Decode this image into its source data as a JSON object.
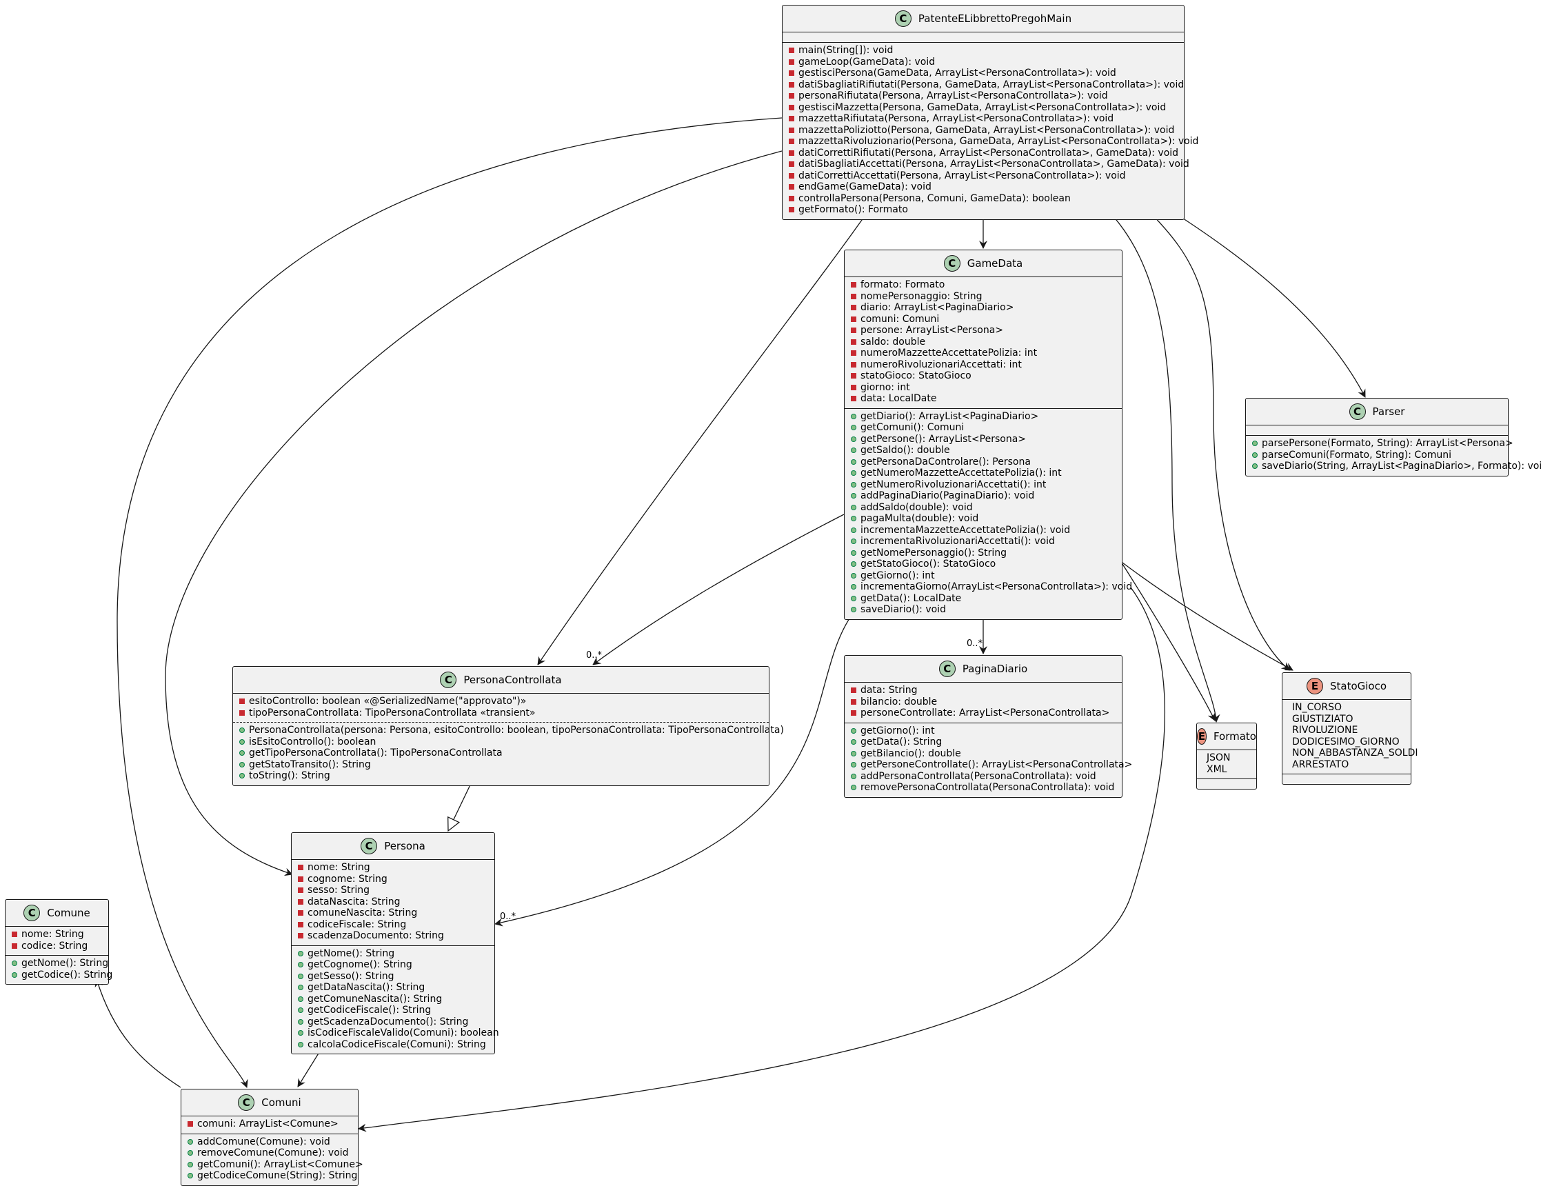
{
  "classes": {
    "main": {
      "kind": "C",
      "name": "PatenteELibbrettoPregohMain",
      "fields": [],
      "methods": [
        {
          "vis": "private-static",
          "text": "main(String[]): void"
        },
        {
          "vis": "private",
          "text": "gameLoop(GameData): void"
        },
        {
          "vis": "private",
          "text": "gestisciPersona(GameData, ArrayList<PersonaControllata>): void"
        },
        {
          "vis": "private",
          "text": "datiSbagliatiRifiutati(Persona, GameData, ArrayList<PersonaControllata>): void"
        },
        {
          "vis": "private",
          "text": "personaRifiutata(Persona, ArrayList<PersonaControllata>): void"
        },
        {
          "vis": "private",
          "text": "gestisciMazzetta(Persona, GameData, ArrayList<PersonaControllata>): void"
        },
        {
          "vis": "private",
          "text": "mazzettaRifiutata(Persona, ArrayList<PersonaControllata>): void"
        },
        {
          "vis": "private",
          "text": "mazzettaPoliziotto(Persona, GameData, ArrayList<PersonaControllata>): void"
        },
        {
          "vis": "private",
          "text": "mazzettaRivoluzionario(Persona, GameData, ArrayList<PersonaControllata>): void"
        },
        {
          "vis": "private",
          "text": "datiCorrettiRifiutati(Persona, ArrayList<PersonaControllata>, GameData): void"
        },
        {
          "vis": "private",
          "text": "datiSbagliatiAccettati(Persona, ArrayList<PersonaControllata>, GameData): void"
        },
        {
          "vis": "private",
          "text": "datiCorrettiAccettati(Persona, ArrayList<PersonaControllata>): void"
        },
        {
          "vis": "private",
          "text": "endGame(GameData): void"
        },
        {
          "vis": "private",
          "text": "controllaPersona(Persona, Comuni, GameData): boolean"
        },
        {
          "vis": "private",
          "text": "getFormato(): Formato"
        }
      ]
    },
    "gamedata": {
      "kind": "C",
      "name": "GameData",
      "fields": [
        {
          "vis": "private",
          "text": "formato: Formato"
        },
        {
          "vis": "private",
          "text": "nomePersonaggio: String"
        },
        {
          "vis": "private",
          "text": "diario: ArrayList<PaginaDiario>"
        },
        {
          "vis": "private",
          "text": "comuni: Comuni"
        },
        {
          "vis": "private",
          "text": "persone: ArrayList<Persona>"
        },
        {
          "vis": "private",
          "text": "saldo: double"
        },
        {
          "vis": "private",
          "text": "numeroMazzetteAccettatePolizia: int"
        },
        {
          "vis": "private",
          "text": "numeroRivoluzionariAccettati: int"
        },
        {
          "vis": "private",
          "text": "statoGioco: StatoGioco"
        },
        {
          "vis": "private",
          "text": "giorno: int"
        },
        {
          "vis": "private",
          "text": "data: LocalDate"
        }
      ],
      "methods": [
        {
          "vis": "public",
          "text": "getDiario(): ArrayList<PaginaDiario>"
        },
        {
          "vis": "public",
          "text": "getComuni(): Comuni"
        },
        {
          "vis": "public",
          "text": "getPersone(): ArrayList<Persona>"
        },
        {
          "vis": "public",
          "text": "getSaldo(): double"
        },
        {
          "vis": "public",
          "text": "getPersonaDaControlare(): Persona"
        },
        {
          "vis": "public",
          "text": "getNumeroMazzetteAccettatePolizia(): int"
        },
        {
          "vis": "public",
          "text": "getNumeroRivoluzionariAccettati(): int"
        },
        {
          "vis": "public",
          "text": "addPaginaDiario(PaginaDiario): void"
        },
        {
          "vis": "public",
          "text": "addSaldo(double): void"
        },
        {
          "vis": "public",
          "text": "pagaMulta(double): void"
        },
        {
          "vis": "public",
          "text": "incrementaMazzetteAccettatePolizia(): void"
        },
        {
          "vis": "public",
          "text": "incrementaRivoluzionariAccettati(): void"
        },
        {
          "vis": "public",
          "text": "getNomePersonaggio(): String"
        },
        {
          "vis": "public",
          "text": "getStatoGioco(): StatoGioco"
        },
        {
          "vis": "public",
          "text": "getGiorno(): int"
        },
        {
          "vis": "public",
          "text": "incrementaGiorno(ArrayList<PersonaControllata>): void"
        },
        {
          "vis": "public",
          "text": "getData(): LocalDate"
        },
        {
          "vis": "public",
          "text": "saveDiario(): void"
        }
      ]
    },
    "parser": {
      "kind": "C",
      "name": "Parser",
      "fields": [],
      "methods": [
        {
          "vis": "public",
          "text": "parsePersone(Formato, String): ArrayList<Persona>"
        },
        {
          "vis": "public",
          "text": "parseComuni(Formato, String): Comuni"
        },
        {
          "vis": "public",
          "text": "saveDiario(String, ArrayList<PaginaDiario>, Formato): void"
        }
      ]
    },
    "personacontrollata": {
      "kind": "C",
      "name": "PersonaControllata",
      "fields": [
        {
          "vis": "private",
          "text": "esitoControllo: boolean «@SerializedName(\"approvato\")»"
        },
        {
          "vis": "private",
          "text": "tipoPersonaControllata: TipoPersonaControllata «transient»"
        }
      ],
      "methods": [
        {
          "vis": "public",
          "text": "PersonaControllata(persona: Persona, esitoControllo: boolean, tipoPersonaControllata: TipoPersonaControllata)"
        },
        {
          "vis": "public",
          "text": "isEsitoControllo(): boolean"
        },
        {
          "vis": "public",
          "text": "getTipoPersonaControllata(): TipoPersonaControllata"
        },
        {
          "vis": "public",
          "text": "getStatoTransito(): String"
        },
        {
          "vis": "public",
          "text": "toString(): String"
        }
      ]
    },
    "paginadiario": {
      "kind": "C",
      "name": "PaginaDiario",
      "fields": [
        {
          "vis": "private",
          "text": "data: String"
        },
        {
          "vis": "private",
          "text": "bilancio: double"
        },
        {
          "vis": "private",
          "text": "personeControllate: ArrayList<PersonaControllata>"
        }
      ],
      "methods": [
        {
          "vis": "public",
          "text": "getGiorno(): int"
        },
        {
          "vis": "public",
          "text": "getData(): String"
        },
        {
          "vis": "public",
          "text": "getBilancio(): double"
        },
        {
          "vis": "public",
          "text": "getPersoneControllate(): ArrayList<PersonaControllata>"
        },
        {
          "vis": "public",
          "text": "addPersonaControllata(PersonaControllata): void"
        },
        {
          "vis": "public",
          "text": "removePersonaControllata(PersonaControllata): void"
        }
      ]
    },
    "formato": {
      "kind": "E",
      "name": "Formato",
      "constants": [
        "JSON",
        "XML"
      ]
    },
    "statogioco": {
      "kind": "E",
      "name": "StatoGioco",
      "constants": [
        "IN_CORSO",
        "GIUSTIZIATO",
        "RIVOLUZIONE",
        "DODICESIMO_GIORNO",
        "NON_ABBASTANZA_SOLDI",
        "ARRESTATO"
      ]
    },
    "persona": {
      "kind": "C",
      "name": "Persona",
      "fields": [
        {
          "vis": "private",
          "text": "nome: String"
        },
        {
          "vis": "private",
          "text": "cognome: String"
        },
        {
          "vis": "private",
          "text": "sesso: String"
        },
        {
          "vis": "private",
          "text": "dataNascita: String"
        },
        {
          "vis": "private",
          "text": "comuneNascita: String"
        },
        {
          "vis": "private",
          "text": "codiceFiscale: String"
        },
        {
          "vis": "private",
          "text": "scadenzaDocumento: String"
        }
      ],
      "methods": [
        {
          "vis": "public",
          "text": "getNome(): String"
        },
        {
          "vis": "public",
          "text": "getCognome(): String"
        },
        {
          "vis": "public",
          "text": "getSesso(): String"
        },
        {
          "vis": "public",
          "text": "getDataNascita(): String"
        },
        {
          "vis": "public",
          "text": "getComuneNascita(): String"
        },
        {
          "vis": "public",
          "text": "getCodiceFiscale(): String"
        },
        {
          "vis": "public",
          "text": "getScadenzaDocumento(): String"
        },
        {
          "vis": "public",
          "text": "isCodiceFiscaleValido(Comuni): boolean"
        },
        {
          "vis": "public",
          "text": "calcolaCodiceFiscale(Comuni): String"
        }
      ]
    },
    "comune": {
      "kind": "C",
      "name": "Comune",
      "fields": [
        {
          "vis": "private",
          "text": "nome: String"
        },
        {
          "vis": "private",
          "text": "codice: String"
        }
      ],
      "methods": [
        {
          "vis": "public",
          "text": "getNome(): String"
        },
        {
          "vis": "public",
          "text": "getCodice(): String"
        }
      ]
    },
    "comuni": {
      "kind": "C",
      "name": "Comuni",
      "fields": [
        {
          "vis": "private",
          "text": "comuni: ArrayList<Comune>"
        }
      ],
      "methods": [
        {
          "vis": "public",
          "text": "addComune(Comune): void"
        },
        {
          "vis": "public",
          "text": "removeComune(Comune): void"
        },
        {
          "vis": "public",
          "text": "getComuni(): ArrayList<Comune>"
        },
        {
          "vis": "public",
          "text": "getCodiceComune(String): String"
        }
      ]
    }
  },
  "multiplicities": {
    "gd_pc": "0..*",
    "gd_pd": "0..*",
    "gd_persona": "0..*"
  }
}
